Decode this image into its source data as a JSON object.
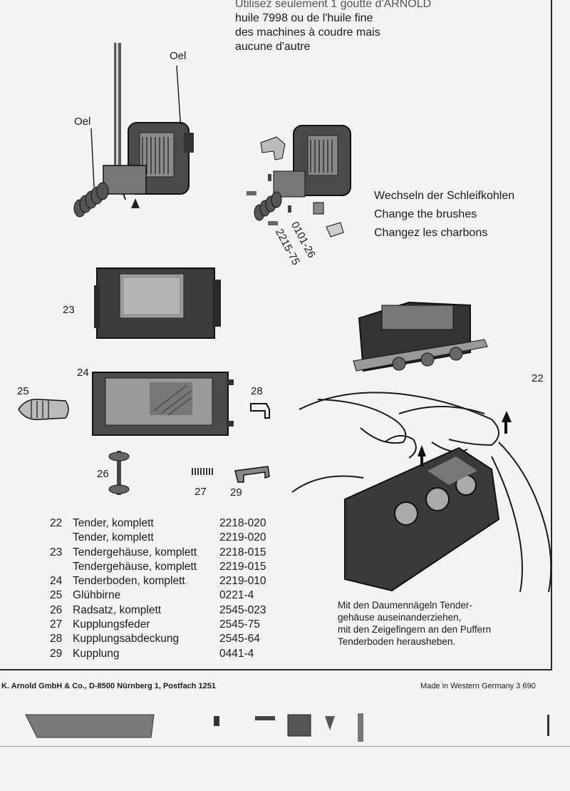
{
  "notes": {
    "line1": "Utilisez seulement 1 goutte d'ARNOLD",
    "line2": "huile 7998 ou de l'huile fine",
    "line3": "des machines à coudre mais",
    "line4": "aucune d'autre"
  },
  "labels": {
    "oel_right": "Oel",
    "oel_left": "Oel",
    "brush_part_a": "0101-26",
    "brush_part_b": "2215-75"
  },
  "brushes": {
    "de": "Wechseln der Schleifkohlen",
    "en": "Change the brushes",
    "fr": "Changez les charbons"
  },
  "callouts": {
    "c22": "22",
    "c23": "23",
    "c24": "24",
    "c25": "25",
    "c26": "26",
    "c27": "27",
    "c28": "28",
    "c29": "29"
  },
  "parts": [
    {
      "num": "22",
      "desc": "Tender, komplett",
      "part": "2218-020"
    },
    {
      "num": "",
      "desc": "Tender, komplett",
      "part": "2219-020"
    },
    {
      "num": "23",
      "desc": "Tendergehäuse, komplett",
      "part": "2218-015"
    },
    {
      "num": "",
      "desc": "Tendergehäuse, komplett",
      "part": "2219-015"
    },
    {
      "num": "24",
      "desc": "Tenderboden, komplett",
      "part": "2219-010"
    },
    {
      "num": "25",
      "desc": "Glühbirne",
      "part": "0221-4"
    },
    {
      "num": "26",
      "desc": "Radsatz, komplett",
      "part": "2545-023"
    },
    {
      "num": "27",
      "desc": "Kupplungsfeder",
      "part": "2545-75"
    },
    {
      "num": "28",
      "desc": "Kupplungsabdeckung",
      "part": "2545-64"
    },
    {
      "num": "29",
      "desc": "Kupplung",
      "part": "0441-4"
    }
  ],
  "instructions": {
    "line1": "Mit den Daumennägeln Tender-",
    "line2": "gehäuse auseinanderziehen,",
    "line3": "mit den Zeigefingern an den Puffern",
    "line4": "Tenderboden herausheben."
  },
  "footer": {
    "left": "K. Arnold GmbH & Co., D-8500 Nürnberg 1, Postfach 1251",
    "right": "Made in Western Germany   3 690"
  }
}
